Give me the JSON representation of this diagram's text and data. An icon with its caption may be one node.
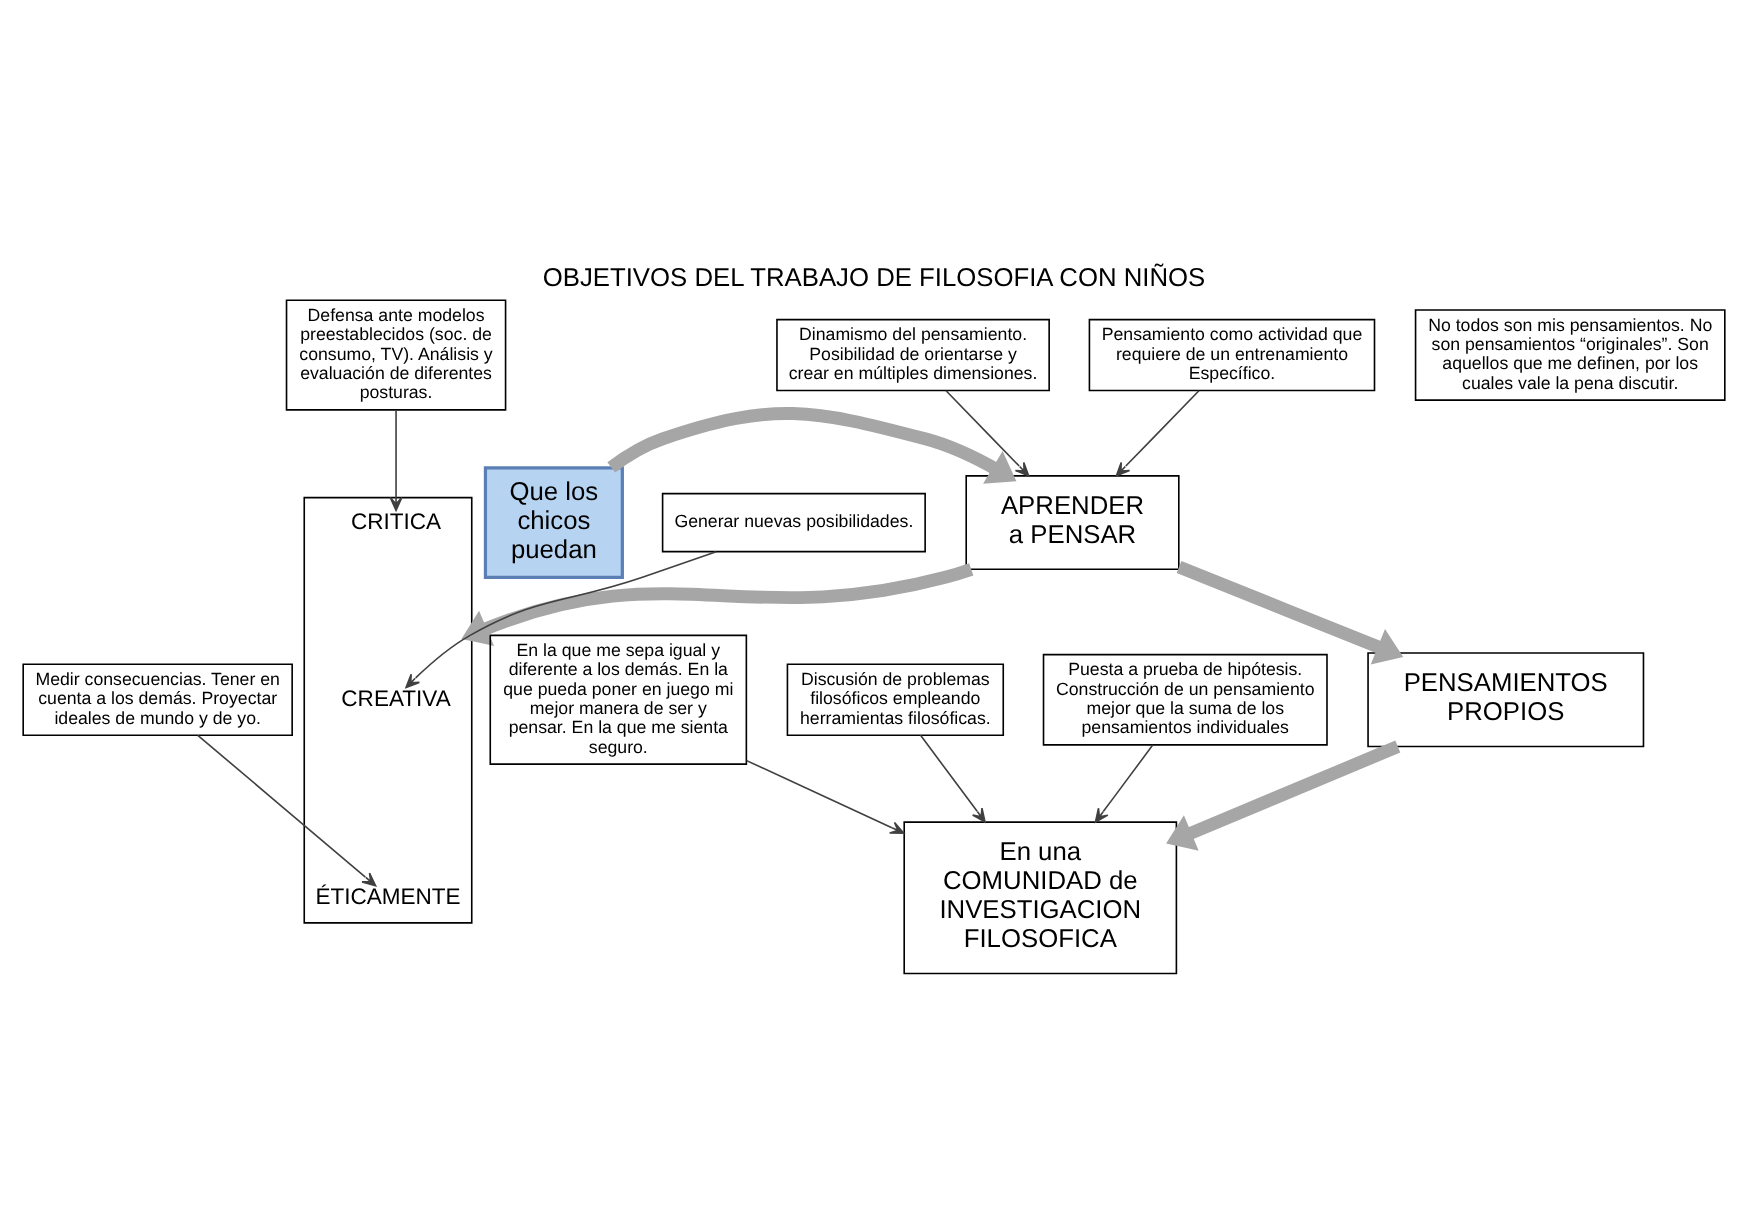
{
  "diagram": {
    "title": "OBJETIVOS DEL TRABAJO DE FILOSOFIA CON NIÑOS",
    "nodes": [
      {
        "text": [
          "Que los chicos puedan"
        ]
      },
      {
        "text": [
          "APRENDER a PENSAR"
        ]
      },
      {
        "text": [
          "Dinamismo del pensamiento. Posibilidad de orientarse y crear en múltiples dimensiones."
        ]
      },
      {
        "text": [
          "Pensamiento como actividad que requiere de un entrenamiento Específico."
        ]
      },
      {
        "text": [],
        "shape": "box"
      },
      {
        "text": [
          "CRITICA"
        ],
        "in": 4
      },
      {
        "text": [
          "CREATIVA"
        ],
        "in": 4
      },
      {
        "text": [
          "ÉTICAMENTE"
        ],
        "in": 4
      },
      {
        "text": [
          "Defensa ante modelos preestablecidos (soc. de consumo, TV). Análisis y evaluación de diferentes posturas."
        ]
      },
      {
        "text": [
          "Generar nuevas posibilidades."
        ]
      },
      {
        "text": [
          "Medir consecuencias. Tener en cuenta a los demás. Proyectar ideales de mundo y de yo."
        ]
      },
      {
        "text": [
          "En una COMUNIDAD de INVESTIGACION FILOSOFICA"
        ]
      },
      {
        "text": [
          "En la que me sepa igual y diferente a los demás. En la que pueda poner en juego mi mejor manera de ser y pensar. En la que me sienta seguro."
        ]
      },
      {
        "text": [
          "Discusión de problemas filosóficos empleando herramientas filosóficas."
        ]
      },
      {
        "text": [
          "Puesta a prueba de hipótesis. Construcción de un pensamiento mejor que la suma de los pensamientos individuales"
        ]
      },
      {
        "text": [
          "PENSAMIENTOS PROPIOS"
        ]
      },
      {
        "text": [
          "No todos son mis pensamientos. No son pensamientos “originales”. Son aquellos que me definen, por los cuales vale la pena discutir."
        ]
      }
    ],
    "edges": [
      {
        "from": 0,
        "to": 1,
        "arrow": "to",
        "style": "thick",
        "color": "#a6a6a6"
      },
      {
        "from": 1,
        "to": 4,
        "arrow": "to",
        "style": "thick",
        "color": "#a6a6a6"
      },
      {
        "from": 1,
        "to": 15,
        "arrow": "to",
        "style": "thick",
        "color": "#a6a6a6"
      },
      {
        "from": 15,
        "to": 11,
        "arrow": "to",
        "style": "thick",
        "color": "#a6a6a6"
      },
      {
        "from": 2,
        "to": 1,
        "arrow": "to"
      },
      {
        "from": 3,
        "to": 1,
        "arrow": "to"
      },
      {
        "from": 8,
        "to": 5,
        "arrow": "to"
      },
      {
        "from": 9,
        "to": 6,
        "arrow": "to"
      },
      {
        "from": 10,
        "to": 7,
        "arrow": "to"
      },
      {
        "from": 12,
        "to": 11,
        "arrow": "to"
      },
      {
        "from": 13,
        "to": 11,
        "arrow": "to"
      },
      {
        "from": 14,
        "to": 11,
        "arrow": "to"
      }
    ]
  }
}
